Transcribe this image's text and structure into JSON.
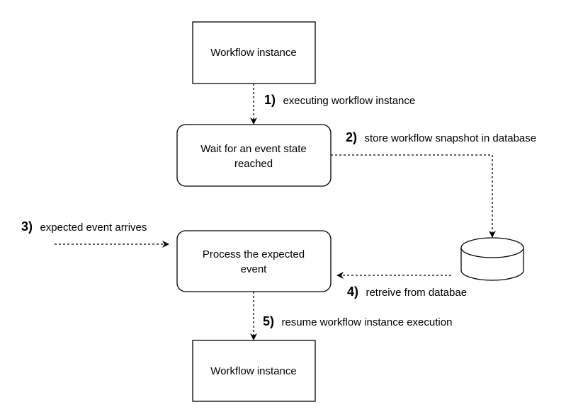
{
  "nodes": {
    "workflow_top": {
      "line1": "Workflow instance"
    },
    "wait_event": {
      "line1": "Wait for an event state",
      "line2": "reached"
    },
    "process_event": {
      "line1": "Process the expected",
      "line2": "event"
    },
    "workflow_bottom": {
      "line1": "Workflow instance"
    }
  },
  "edges": {
    "step1": {
      "num": "1)",
      "text": "executing workflow instance"
    },
    "step2": {
      "num": "2)",
      "text": "store workflow snapshot  in database"
    },
    "step3": {
      "num": "3)",
      "text": "expected event arrives"
    },
    "step4": {
      "num": "4)",
      "text": "retreive from databae"
    },
    "step5": {
      "num": "5)",
      "text": "resume workflow instance execution"
    }
  }
}
